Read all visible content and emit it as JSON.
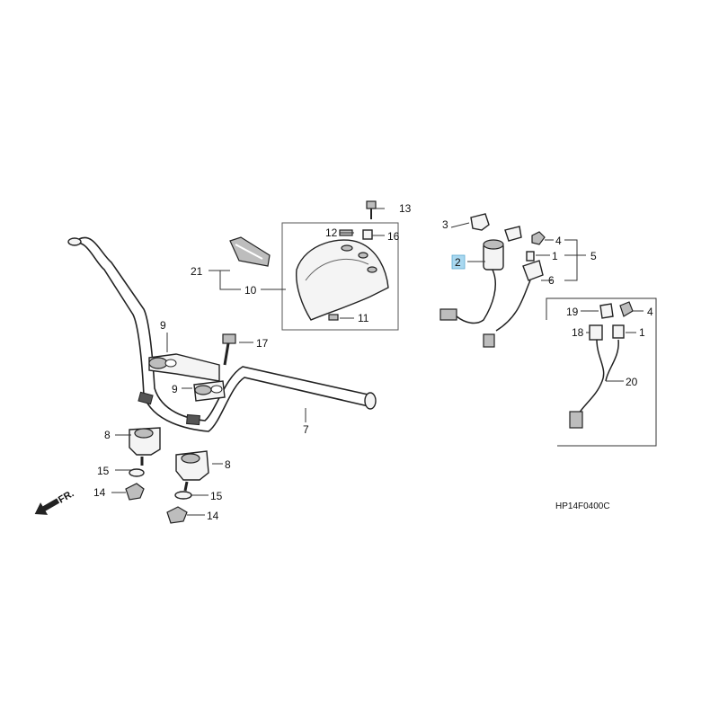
{
  "diagram": {
    "callouts": {
      "c1a": "1",
      "c1b": "1",
      "c2": "2",
      "c3": "3",
      "c4a": "4",
      "c4b": "4",
      "c5": "5",
      "c6": "6",
      "c7": "7",
      "c8a": "8",
      "c8b": "8",
      "c9a": "9",
      "c9b": "9",
      "c10": "10",
      "c11": "11",
      "c12": "12",
      "c13": "13",
      "c14a": "14",
      "c14b": "14",
      "c15a": "15",
      "c15b": "15",
      "c16": "16",
      "c17": "17",
      "c18": "18",
      "c19": "19",
      "c20": "20",
      "c21": "21"
    },
    "highlight_color": "#a9d8f0",
    "front_indicator": "FR.",
    "code": "HP14F0400C"
  }
}
